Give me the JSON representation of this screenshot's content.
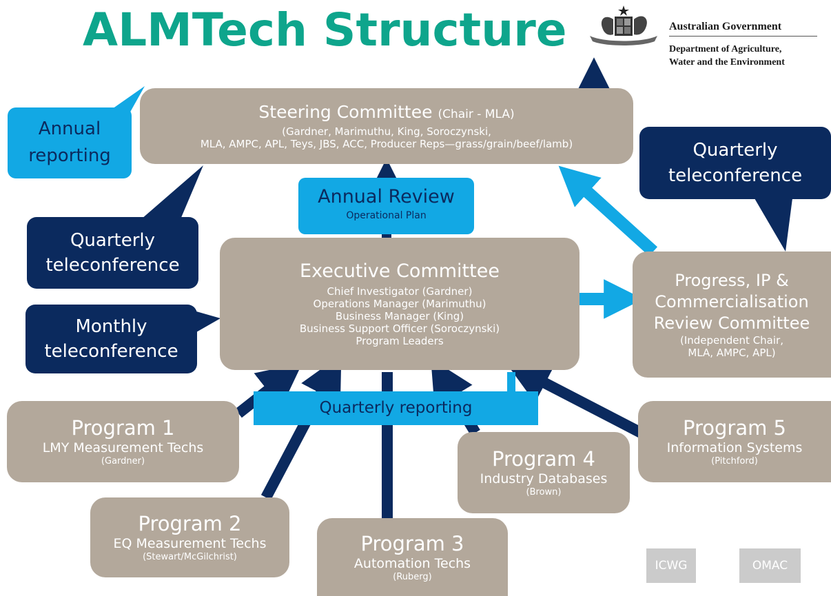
{
  "title": "ALMTech Structure",
  "logo": {
    "line1": "Australian Government",
    "line2": "Department of Agriculture,",
    "line3": "Water and the Environment"
  },
  "steering": {
    "title": "Steering Committee",
    "chair": "(Chair - MLA)",
    "line1": "(Gardner, Marimuthu, King, Soroczynski,",
    "line2": "MLA, AMPC, APL, Teys, JBS, ACC, Producer Reps—grass/grain/beef/lamb)"
  },
  "callouts": {
    "annual_reporting": [
      "Annual",
      "reporting"
    ],
    "quarterly_left": [
      "Quarterly",
      "teleconference"
    ],
    "monthly": [
      "Monthly",
      "teleconference"
    ],
    "quarterly_right": [
      "Quarterly",
      "teleconference"
    ]
  },
  "annual_review": {
    "title": "Annual Review",
    "subtitle": "Operational Plan"
  },
  "executive": {
    "title": "Executive Committee",
    "members": [
      "Chief Investigator (Gardner)",
      "Operations Manager (Marimuthu)",
      "Business Manager (King)",
      "Business Support Officer (Soroczynski)",
      "Program Leaders"
    ]
  },
  "review_committee": {
    "lines": [
      "Progress, IP &",
      "Commercialisation",
      "Review Committee"
    ],
    "members": [
      "(Independent Chair,",
      "MLA, AMPC, APL)"
    ]
  },
  "quarterly_reporting": "Quarterly reporting",
  "programs": [
    {
      "title": "Program 1",
      "subtitle": "LMY Measurement Techs",
      "lead": "(Gardner)"
    },
    {
      "title": "Program 2",
      "subtitle": "EQ Measurement Techs",
      "lead": "(Stewart/McGilchrist)"
    },
    {
      "title": "Program 3",
      "subtitle": "Automation Techs",
      "lead": "(Ruberg)"
    },
    {
      "title": "Program 4",
      "subtitle": "Industry Databases",
      "lead": "(Brown)"
    },
    {
      "title": "Program 5",
      "subtitle": "Information Systems",
      "lead": "(Pitchford)"
    }
  ],
  "groups": [
    "ICWG",
    "OMAC"
  ],
  "colors": {
    "title": "#0ea58c",
    "box": "#b3a89b",
    "navy": "#0b2a5e",
    "cyan": "#12a8e4",
    "group": "#cbcbcb"
  }
}
